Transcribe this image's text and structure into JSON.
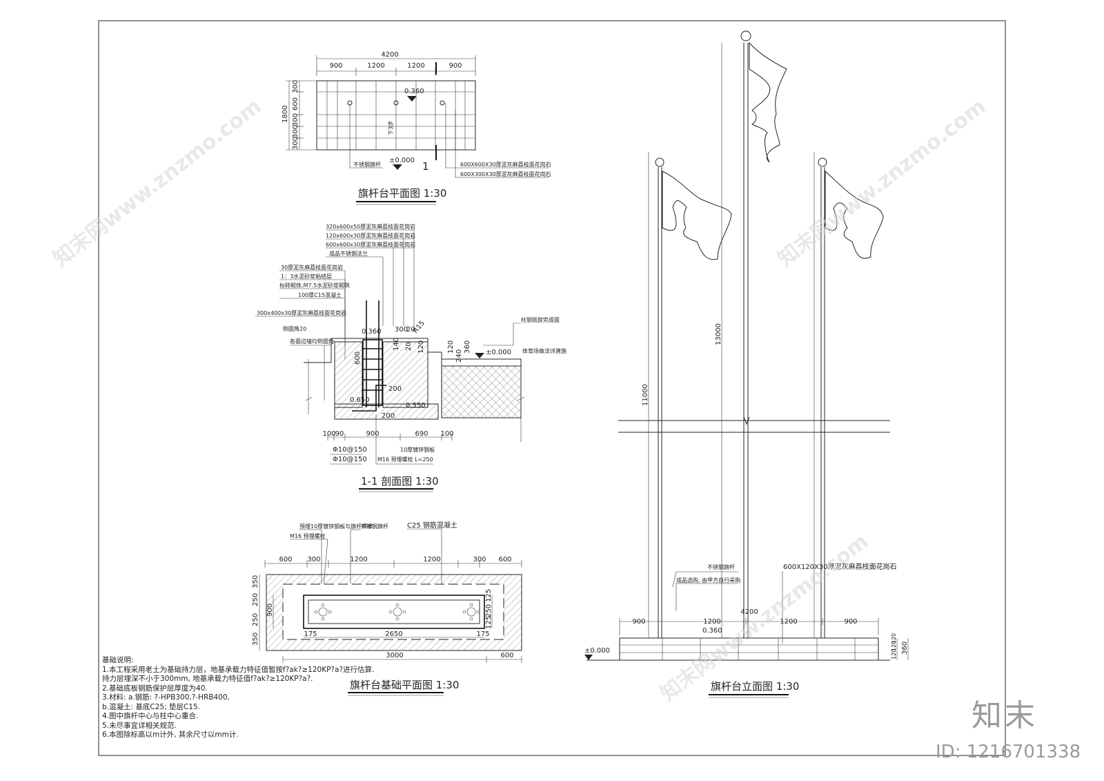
{
  "plan": {
    "title": "旗杆台平面图 1:30",
    "total_width": "4200",
    "dims_top": [
      "900",
      "1200",
      "1200",
      "900"
    ],
    "dims_left": [
      "300",
      "600",
      "300",
      "300",
      "300"
    ],
    "total_height": "1800",
    "elev_top": "0.360",
    "elev_bottom": "±0.000",
    "steps": "下3步",
    "pole_label": "不锈钢旗杆",
    "section_mark": "1",
    "callouts": [
      "600X600X30厚泥灰麻荔枝面花岗石",
      "600X300X30厚泥灰麻荔枝面花岗石"
    ]
  },
  "section": {
    "title": "1-1 剖面图 1:30",
    "layers": [
      "320x600x50厚泥灰麻荔枝面花岗岩",
      "120x600x30厚泥灰麻荔枝面花岗岩",
      "600x600x30厚泥灰麻荔枝面花岗岩",
      "成品不锈钢法兰",
      "30厚泥灰麻荔枝面花岗岩",
      "1：3水泥砂浆粘结层",
      "标砖砌体,M7.5水泥砂浆砌筑",
      "100厚C15混凝土",
      "300x400x30厚泥灰麻荔枝面花岗岩"
    ],
    "left_notes": [
      "倒圆角20",
      "各面边墙均倒圆角"
    ],
    "right_notes": [
      "柱钢链旋完成面",
      "体育场做法详建施"
    ],
    "dims": {
      "d300": "300",
      "d20": "20",
      "r15": "R15",
      "d140": "140",
      "d20b": "20",
      "d120a": "120",
      "d120b": "120",
      "d240": "240",
      "d360": "360",
      "d600": "600",
      "d200a": "200",
      "d200b": "200",
      "e360": "0.360",
      "e650": "0.650",
      "e550": "0.550",
      "e000": "±0.000",
      "bottom": [
        "100",
        "90",
        "900",
        "690",
        "100"
      ]
    },
    "rebar": [
      "Φ10@150",
      "Φ10@150"
    ],
    "plate": "10厚镀锌钢板",
    "bolt": "M16 预埋螺栓 L=250"
  },
  "foundation": {
    "title": "旗杆台基础平面图 1:30",
    "labels": [
      "预埋10厚镀锌钢板与旗杆焊牢",
      "M16 预埋螺栓",
      "不锈钢旗杆",
      "C25 钢筋混凝土"
    ],
    "dims_top": [
      "600",
      "300",
      "1200",
      "1200",
      "300",
      "600"
    ],
    "dims_left": [
      "350",
      "250",
      "250",
      "350"
    ],
    "total_left": "900",
    "dims_right": [
      "125",
      "250",
      "125"
    ],
    "inner": [
      "175",
      "2650",
      "175"
    ],
    "bottom": "3000",
    "bottom_right": "600"
  },
  "notes": {
    "title": "基础说明:",
    "lines": [
      "1.本工程采用老土为基础持力层，地基承载力特征值暂按f?ak?≥120KP?a?进行估算.",
      "  持力层埋深不小于300mm, 地基承载力特征值f?ak?≥120KP?a?.",
      "2.基础底板钢筋保护层厚度为40.",
      "3.材料: a.钢筋: ?-HPB300,?-HRB400,",
      "      b.混凝土: 基底C25; 垫层C15.",
      "4.图中旗杆中心与柱中心重合.",
      "5.未尽事宜详相关规范.",
      "6.本图除标高以m计外, 其余尺寸以mm计."
    ]
  },
  "elevation": {
    "title": "旗杆台立面图 1:30",
    "h_main": "13000",
    "h_side": "11000",
    "pole_label": "不锈钢旗杆",
    "pole_note": "成品选购, 由甲方自行采购",
    "stone": "600X120X30厚泥灰麻荔枝面花岗石",
    "total": "4200",
    "dims": [
      "900",
      "1200",
      "1200",
      "900"
    ],
    "elev_top": "0.360",
    "elev_ground": "±0.000",
    "right_dims": [
      "120",
      "120",
      "120"
    ],
    "right_total": "360"
  },
  "brand": "知末",
  "id_label": "ID: 1216701338",
  "watermark": "知末网www.znzmo.com"
}
